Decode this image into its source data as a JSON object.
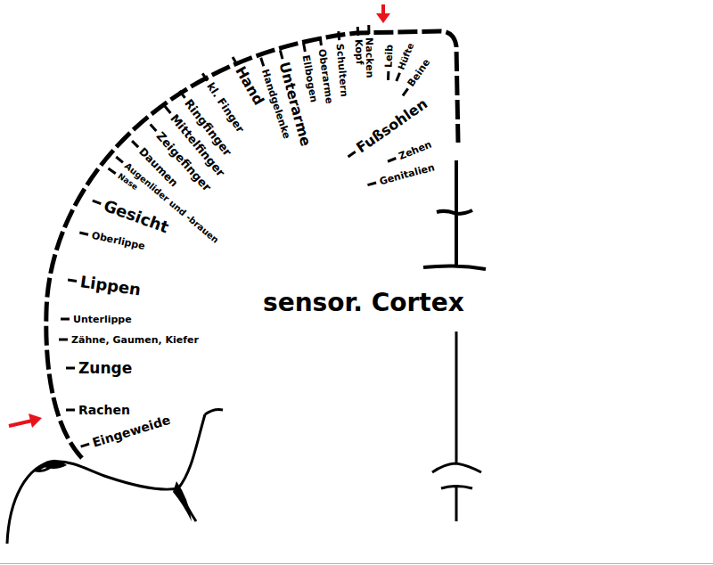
{
  "diagram": {
    "labels": [
      "Eingeweide",
      "Rachen",
      "Zunge",
      "Zähne, Gaumen, Kiefer",
      "Unterlippe",
      "Lippen",
      "Oberlippe",
      "Gesicht",
      "Nase",
      "Augenlider und -brauen",
      "Daumen",
      "Zeigefinger",
      "Mittelfinger",
      "Ringfinger",
      "kl. Finger",
      "Hand",
      "Handgelenke",
      "Unterarme",
      "Ellbogen",
      "Oberarme",
      "Schultern",
      "Kopf",
      "Nacken",
      "Leib",
      "Hüfte",
      "Beine",
      "Fußsohlen",
      "Zehen",
      "Genitalien",
      "sensor. Cortex"
    ]
  }
}
